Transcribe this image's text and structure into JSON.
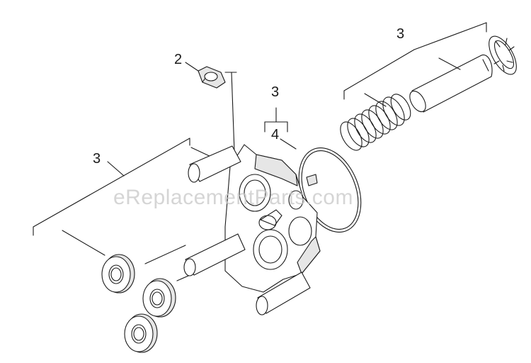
{
  "callouts": {
    "top_right_kit": "3",
    "nut": "2",
    "center_group_top": "3",
    "center_group_bottom": "4",
    "left_kit": "3"
  },
  "watermark": "eReplacementParts.com",
  "colors": {
    "line": "#1a1a1a",
    "shade": "#e6e6e6",
    "watermark": "#c8c8c8"
  }
}
